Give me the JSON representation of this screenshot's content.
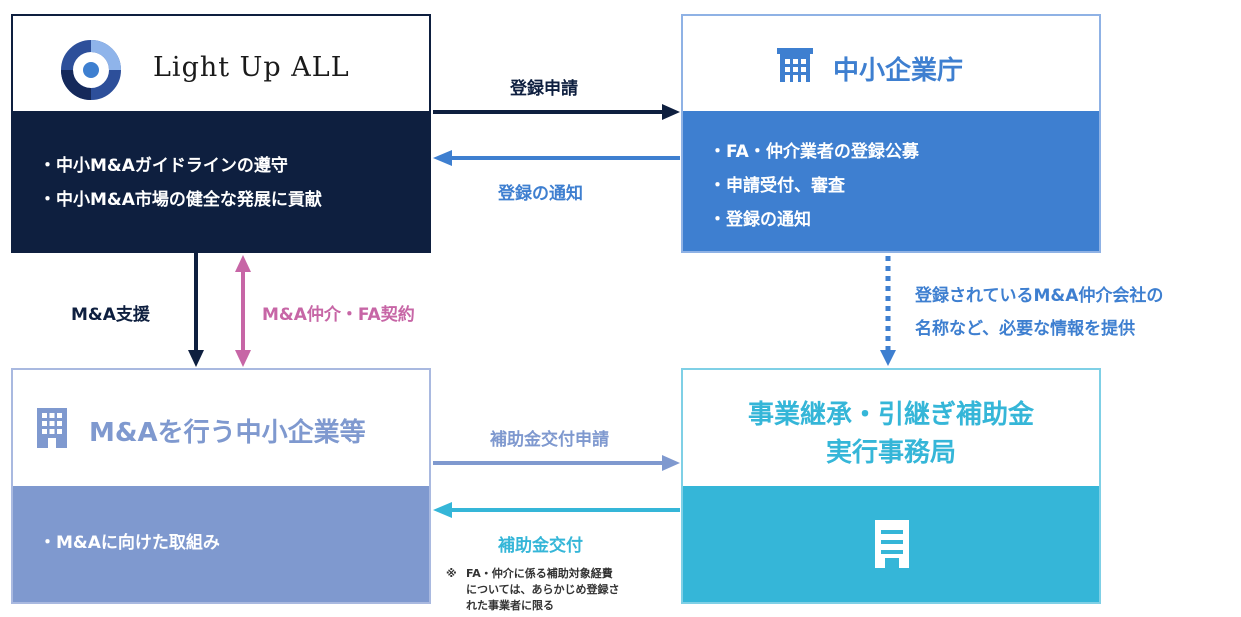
{
  "colors": {
    "navy": "#0e1f3f",
    "blue": "#3e7fd0",
    "slate_blue": "#7f99cf",
    "teal": "#35b6d8",
    "pink": "#c766a6",
    "agency_border": "#8fb2e5",
    "firm_border": "#a9b9e0",
    "office_border": "#7fd0e6"
  },
  "light_up": {
    "logo_icon": "light-up-all-logo",
    "title": "Light Up ALL",
    "items": [
      "中小M&Aガイドラインの遵守",
      "中小M&A市場の健全な発展に貢献"
    ]
  },
  "agency": {
    "icon": "government-building-icon",
    "title": "中小企業庁",
    "items": [
      "FA・仲介業者の登録公募",
      "申請受付、審査",
      "登録の通知"
    ]
  },
  "sme": {
    "icon": "office-building-icon",
    "title": "M&Aを行う中小企業等",
    "items": [
      "M&Aに向けた取組み"
    ]
  },
  "office": {
    "icon": "document-icon",
    "title_line1": "事業継承・引継ぎ補助金",
    "title_line2": "実行事務局"
  },
  "arrows": {
    "registration_application": "登録申請",
    "registration_notice": "登録の通知",
    "ma_support": "M&A支援",
    "ma_contract": "M&A仲介・FA契約",
    "info_provision_line1": "登録されているM&A仲介会社の",
    "info_provision_line2": "名称など、必要な情報を提供",
    "subsidy_application": "補助金交付申請",
    "subsidy_grant": "補助金交付"
  },
  "note": {
    "mark": "※",
    "lines": [
      "FA・仲介に係る補助対象経費",
      "については、あらかじめ登録さ",
      "れた事業者に限る"
    ]
  }
}
